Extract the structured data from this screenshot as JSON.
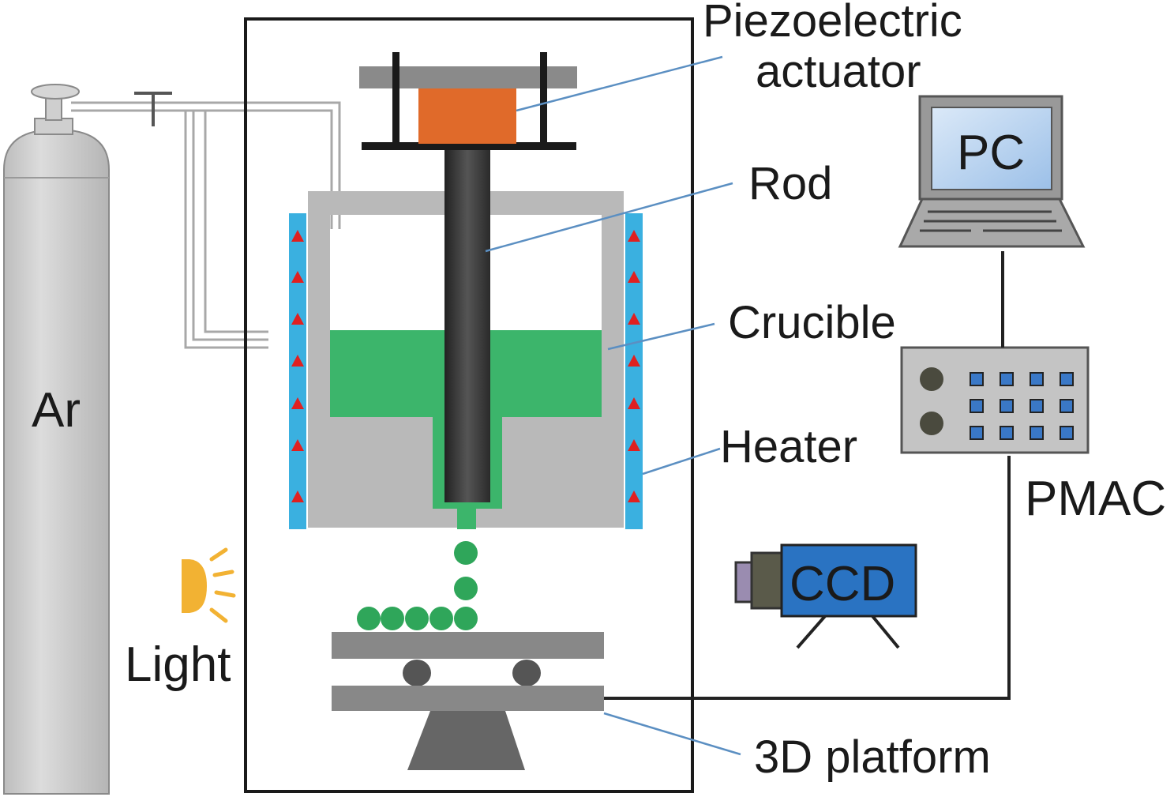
{
  "labels": {
    "piezo_line1": "Piezoelectric",
    "piezo_line2": "actuator",
    "rod": "Rod",
    "crucible": "Crucible",
    "heater": "Heater",
    "pc": "PC",
    "pmac": "PMAC",
    "ccd": "CCD",
    "ar": "Ar",
    "light": "Light",
    "platform": "3D platform"
  },
  "colors": {
    "gas_cylinder": "#c8c8c8",
    "chamber_outline": "#1a1a1a",
    "crucible": "#b9b9b9",
    "melt": "#3cb56b",
    "droplet": "#2fa65a",
    "heater": "#3ab0e0",
    "heater_marker": "#e02020",
    "rod": "#3a3a3a",
    "actuator": "#e06a2a",
    "plate": "#888888",
    "screen": "#b8d4f2",
    "ccd_body": "#2a73c2",
    "light": "#f2b233",
    "leader_line": "#5b8fc2"
  }
}
